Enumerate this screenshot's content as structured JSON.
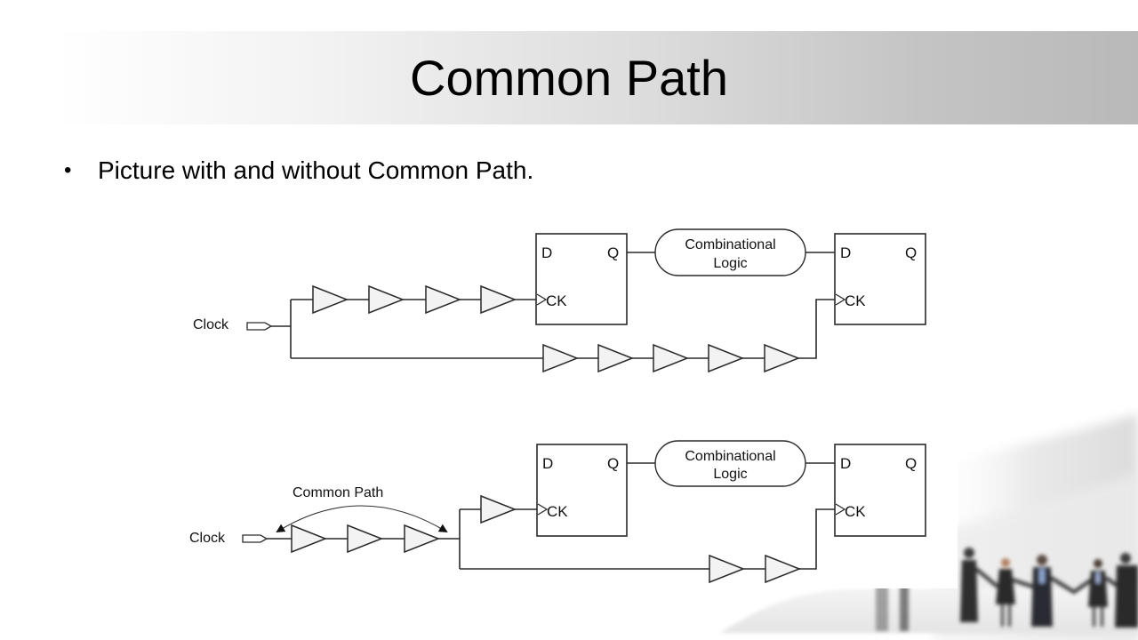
{
  "slide": {
    "title": "Common Path",
    "bullets": [
      {
        "marker": "•",
        "text": "Picture with and without Common Path."
      }
    ]
  },
  "diagram": {
    "without_common_path": {
      "clock_label": "Clock",
      "launch_flop": {
        "d": "D",
        "q": "Q",
        "ck": "CK"
      },
      "capture_flop": {
        "d": "D",
        "q": "Q",
        "ck": "CK"
      },
      "logic_label_line1": "Combinational",
      "logic_label_line2": "Logic",
      "launch_clock_buffers": 4,
      "capture_clock_buffers": 5
    },
    "with_common_path": {
      "clock_label": "Clock",
      "common_path_label": "Common Path",
      "launch_flop": {
        "d": "D",
        "q": "Q",
        "ck": "CK"
      },
      "capture_flop": {
        "d": "D",
        "q": "Q",
        "ck": "CK"
      },
      "logic_label_line1": "Combinational",
      "logic_label_line2": "Logic",
      "common_buffers": 3,
      "launch_clock_buffers": 1,
      "capture_clock_buffers": 2
    }
  },
  "colors": {
    "line": "#2a2a2a",
    "buffer_fill": "#f3f3f3",
    "title_band_right": "#b9b9b9"
  }
}
